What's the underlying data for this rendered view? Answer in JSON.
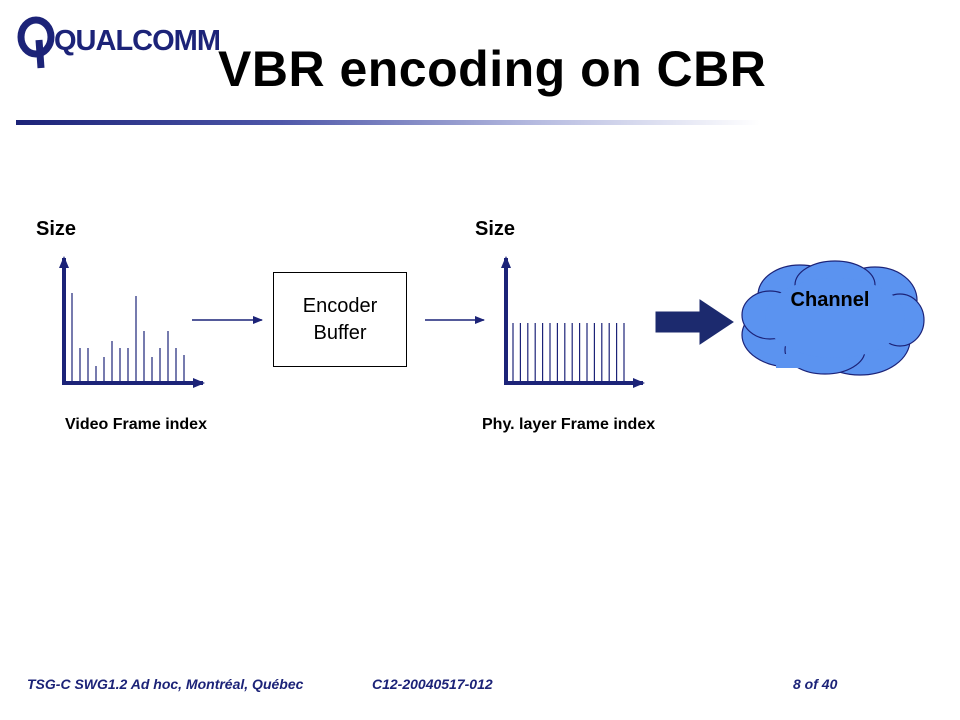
{
  "header": {
    "logo_text": "QUALCOMM",
    "title": "VBR encoding on CBR"
  },
  "diagram": {
    "left_chart": {
      "y_label": "Size",
      "x_label": "Video Frame index",
      "bar_heights": [
        0.88,
        0.33,
        0.33,
        0.15,
        0.24,
        0.4,
        0.33,
        0.33,
        0.85,
        0.5,
        0.24,
        0.33,
        0.5,
        0.33,
        0.26
      ]
    },
    "encoder_buffer": {
      "line1": "Encoder",
      "line2": "Buffer"
    },
    "right_chart": {
      "y_label": "Size",
      "x_label": "Phy. layer Frame index",
      "bar_heights": [
        0.58,
        0.58,
        0.58,
        0.58,
        0.58,
        0.58,
        0.58,
        0.58,
        0.58,
        0.58,
        0.58,
        0.58,
        0.58,
        0.58,
        0.58,
        0.58
      ]
    },
    "channel": {
      "label": "Channel"
    }
  },
  "footer": {
    "meeting": "TSG-C SWG1.2 Ad hoc, Montréal, Québec",
    "doc_id": "C12-20040517-012",
    "page": "8 of 40"
  },
  "colors": {
    "navy": "#1c2378",
    "cloud_fill": "#5b93f0",
    "arrow_fill": "#1c2a6e"
  }
}
